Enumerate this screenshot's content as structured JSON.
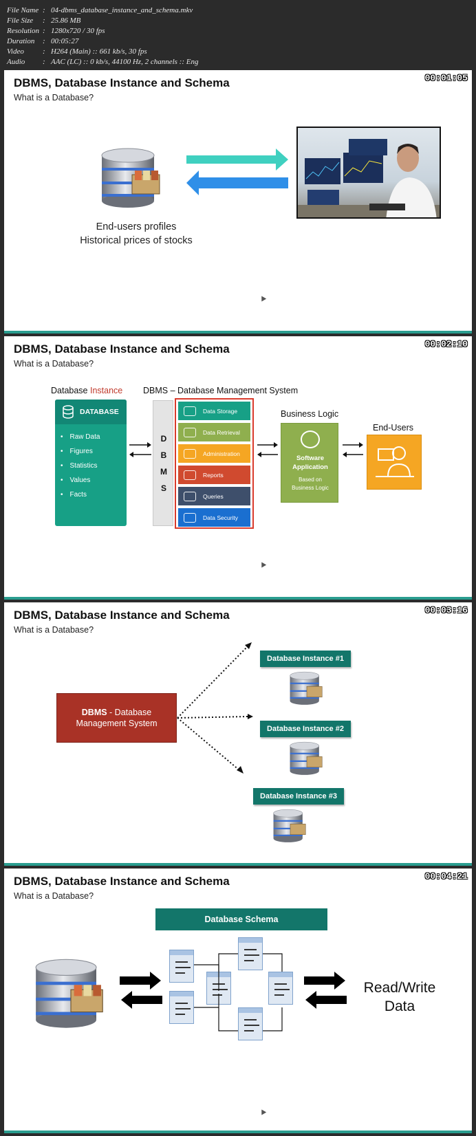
{
  "file_info": {
    "rows": [
      {
        "key": "File Name",
        "value": "04-dbms_database_instance_and_schema.mkv"
      },
      {
        "key": "File Size",
        "value": "25.86 MB"
      },
      {
        "key": "Resolution",
        "value": "1280x720 / 30 fps"
      },
      {
        "key": "Duration",
        "value": "00:05:27"
      },
      {
        "key": "Video",
        "value": "H264 (Main) :: 661 kb/s, 30 fps"
      },
      {
        "key": "Audio",
        "value": "AAC (LC) :: 0 kb/s, 44100 Hz, 2 channels :: Eng"
      }
    ]
  },
  "frames": [
    {
      "timestamp": "00:01:05",
      "title": "DBMS, Database Instance and Schema",
      "subtitle": "What is a Database?",
      "caption_line1": "End-users profiles",
      "caption_line2": "Historical prices of stocks"
    },
    {
      "timestamp": "00:02:10",
      "title": "DBMS, Database Instance and Schema",
      "subtitle": "What is a Database?",
      "instance_label_a": "Database ",
      "instance_label_b": "Instance",
      "dbms_label": "DBMS – Database Management System",
      "db_header": "DATABASE",
      "db_items": [
        "Raw Data",
        "Figures",
        "Statistics",
        "Values",
        "Facts"
      ],
      "dbms_letters": [
        "D",
        "B",
        "M",
        "S"
      ],
      "functions": [
        "Data Storage",
        "Data Retrieval",
        "Administration",
        "Reports",
        "Queries",
        "Data Security"
      ],
      "business_logic_label": "Business Logic",
      "app_title_1": "Software",
      "app_title_2": "Application",
      "app_sub_1": "Based on",
      "app_sub_2": "Business Logic",
      "end_users_label": "End-Users"
    },
    {
      "timestamp": "00:03:16",
      "title": "DBMS, Database Instance and Schema",
      "subtitle": "What is a Database?",
      "dbms_bold": "DBMS",
      "dbms_rest": " - Database",
      "dbms_line2": "Management System",
      "instances": [
        "Database Instance #1",
        "Database Instance #2",
        "Database Instance #3"
      ]
    },
    {
      "timestamp": "00:04:21",
      "title": "DBMS, Database Instance and Schema",
      "subtitle": "What is a Database?",
      "schema_title": "Database Schema",
      "rw_line1": "Read/Write",
      "rw_line2": "Data"
    }
  ],
  "colors": {
    "teal": "#17a086",
    "teal_dark": "#13766a",
    "red": "#a93226",
    "function_colors": [
      "#17a086",
      "#8faf4e",
      "#f5a623",
      "#d04a2f",
      "#3e4f6b",
      "#1a6fd0"
    ]
  }
}
